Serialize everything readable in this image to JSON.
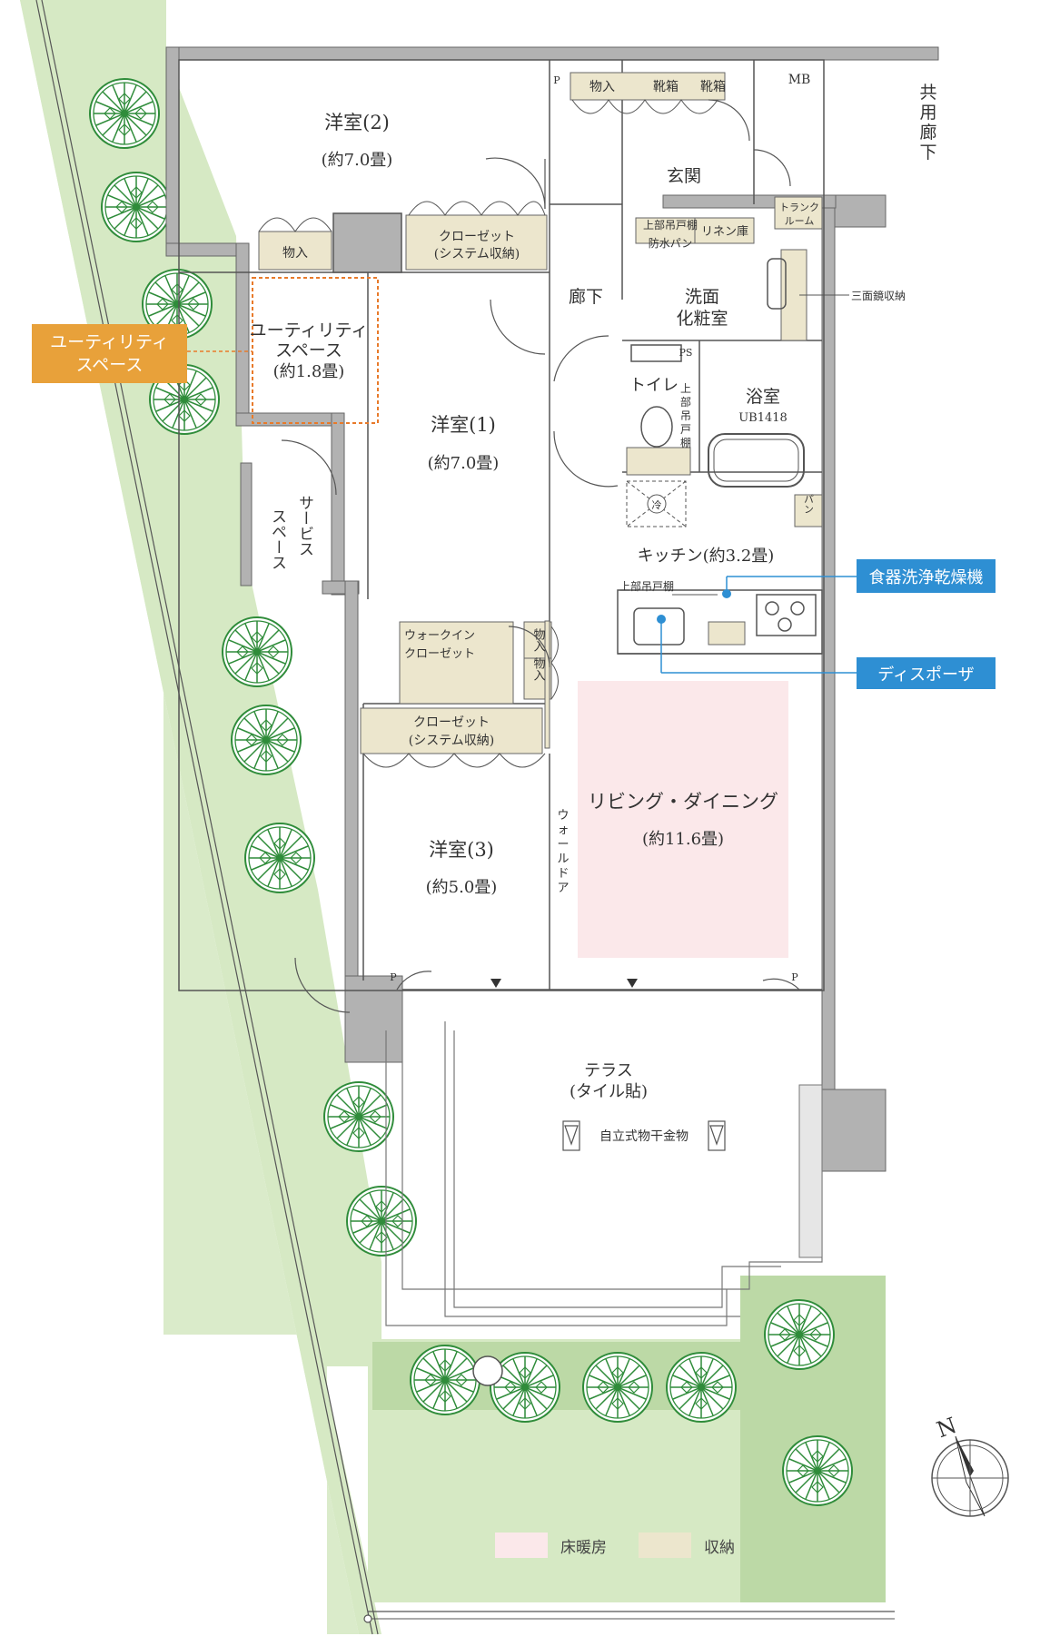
{
  "rooms": {
    "western2": {
      "name": "洋室(2)",
      "size": "(約7.0畳)"
    },
    "western1": {
      "name": "洋室(1)",
      "size": "(約7.0畳)"
    },
    "western3": {
      "name": "洋室(3)",
      "size": "(約5.0畳)"
    },
    "utility": {
      "line1": "ユーティリティ",
      "line2": "スペース",
      "size": "(約1.8畳)"
    },
    "service": {
      "line1": "サービス",
      "line2": "スペース"
    },
    "entrance": "玄関",
    "corridor": "廊下",
    "washroom": {
      "line1": "洗面",
      "line2": "化粧室"
    },
    "toilet": "トイレ",
    "bathroom": {
      "name": "浴室",
      "model": "UB1418"
    },
    "kitchen": "キッチン(約3.2畳)",
    "living": {
      "name": "リビング・ダイニング",
      "size": "(約11.6畳)"
    },
    "terrace": {
      "line1": "テラス",
      "line2": "(タイル貼)"
    },
    "common_corridor": [
      "共",
      "用",
      "廊",
      "下"
    ]
  },
  "storage": {
    "closet_system": {
      "line1": "クローゼット",
      "line2": "(システム収納)"
    },
    "walkin": {
      "line1": "ウォークイン",
      "line2": "クローゼット"
    },
    "monoire": "物入",
    "shoebox": "靴箱",
    "linen": "リネン庫",
    "upper_shelf_pan": {
      "line1": "上部吊戸棚",
      "line2": "防水パン"
    },
    "trunk_room": {
      "line1": "トランク",
      "line2": "ルーム"
    },
    "mb": "MB",
    "ps": "PS",
    "p": "P",
    "upper_shelf_toilet": [
      "上",
      "部",
      "吊",
      "戸",
      "棚"
    ],
    "upper_shelf_kitchen": "上部吊戸棚",
    "fridge": "冷",
    "pan": "パン",
    "mirror": "三面鏡収納",
    "drying": "自立式物干金物",
    "wall_door": [
      "ウ",
      "ォ",
      "ー",
      "ル",
      "ド",
      "ア"
    ]
  },
  "callouts": {
    "utility": {
      "line1": "ユーティリティ",
      "line2": "スペース"
    },
    "dishwasher": "食器洗浄乾燥機",
    "disposer": "ディスポーザ"
  },
  "legend": [
    {
      "label": "床暖房",
      "color": "#fbe8ea"
    },
    {
      "label": "収納",
      "color": "#ece6cd"
    }
  ],
  "colors": {
    "garden": "#d6e9c4",
    "tree": "#2f8c3a",
    "wall": "#b2b2b2",
    "storage": "#ece6cd",
    "floor_heating": "#fbe8ea",
    "callout_orange": "#e8a13a",
    "callout_blue": "#2e8fd3"
  },
  "compass": "N"
}
